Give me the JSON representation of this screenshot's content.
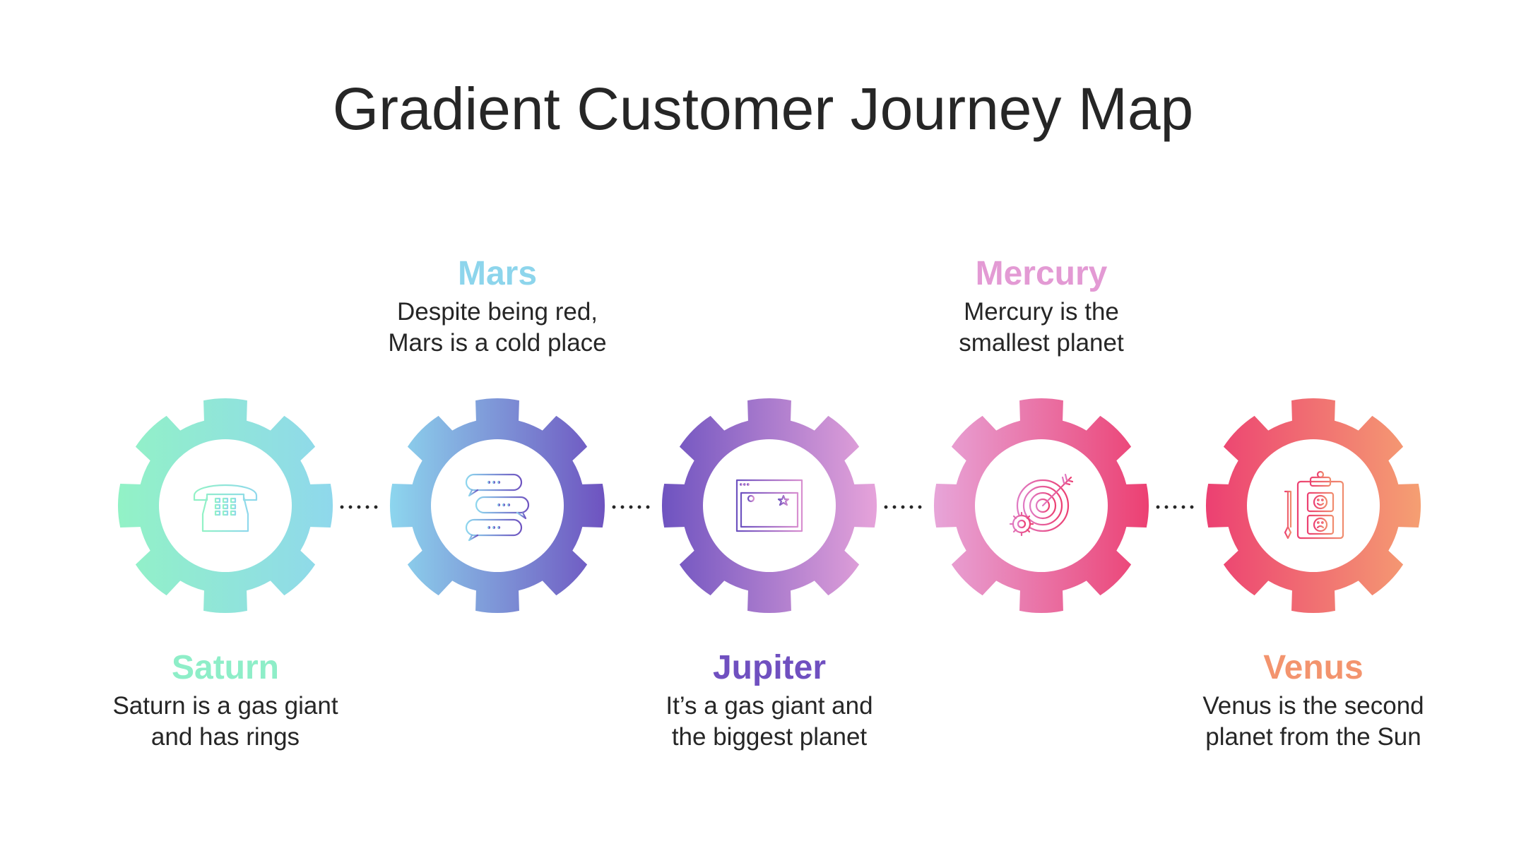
{
  "title": "Gradient Customer Journey Map",
  "stages": [
    {
      "name": "Saturn",
      "desc1": "Saturn is a gas giant",
      "desc2": "and has rings",
      "color": "#8EEEC8",
      "gradient": [
        "#92F2C6",
        "#8FD8EC"
      ],
      "icon": "telephone-icon"
    },
    {
      "name": "Mars",
      "desc1": "Despite being red,",
      "desc2": "Mars is a cold place",
      "color": "#8DD5EC",
      "gradient": [
        "#8DD6EE",
        "#6E53C0"
      ],
      "icon": "chat-bubbles-icon"
    },
    {
      "name": "Jupiter",
      "desc1": "It’s a gas giant and",
      "desc2": "the biggest planet",
      "color": "#7050C0",
      "gradient": [
        "#6E53C0",
        "#E6A3DA"
      ],
      "icon": "browser-window-icon"
    },
    {
      "name": "Mercury",
      "desc1": "Mercury is the",
      "desc2": "smallest planet",
      "color": "#E39AD4",
      "gradient": [
        "#E7A5D9",
        "#EC4072"
      ],
      "icon": "target-gear-icon"
    },
    {
      "name": "Venus",
      "desc1": "Venus is the second",
      "desc2": "planet from the Sun",
      "color": "#F3946E",
      "gradient": [
        "#EC4072",
        "#F59F72"
      ],
      "icon": "feedback-clipboard-icon"
    }
  ]
}
